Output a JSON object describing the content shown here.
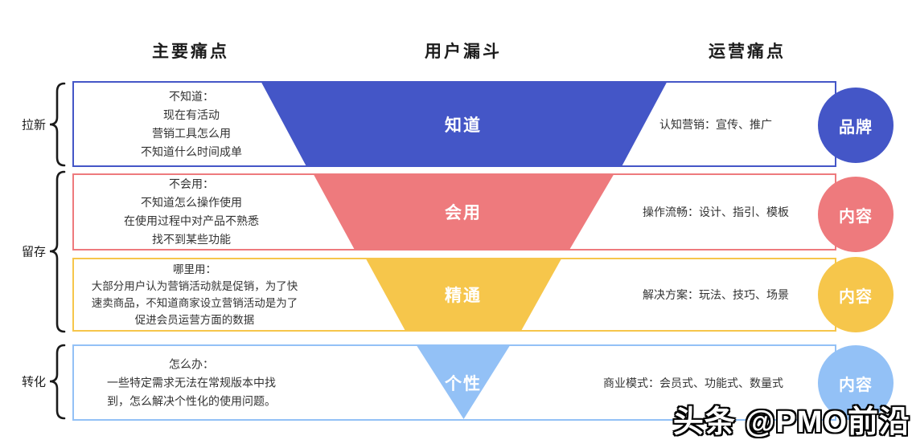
{
  "headers": {
    "left": "主要痛点",
    "center": "用户漏斗",
    "right": "运营痛点"
  },
  "stages": [
    {
      "label": "拉新"
    },
    {
      "label": "留存"
    },
    {
      "label": "转化"
    }
  ],
  "rows": [
    {
      "stage": "拉新",
      "color": "#4456c7",
      "pain_points": "不知道：\n现在有活动\n营销工具怎么用\n不知道什么时间成单",
      "funnel_label": "知道",
      "operation_pain": "认知营销：宣传、推广",
      "circle_label": "品牌"
    },
    {
      "stage": "留存",
      "color": "#ee7a7d",
      "pain_points": "不会用：\n不知道怎么操作使用\n在使用过程中对产品不熟悉\n找不到某些功能",
      "funnel_label": "会用",
      "operation_pain": "操作流畅：设计、指引、模板",
      "circle_label": "内容"
    },
    {
      "stage": "留存",
      "color": "#f6c64b",
      "pain_points": "哪里用：\n大部分用户认为营销活动就是促销，为了快\n速卖商品，不知道商家设立营销活动是为了\n促进会员运营方面的数据",
      "funnel_label": "精通",
      "operation_pain": "解决方案：玩法、技巧、场景",
      "circle_label": "内容"
    },
    {
      "stage": "转化",
      "color": "#93c1f6",
      "pain_points": "怎么办：\n一些特定需求无法在常规版本中找\n到，怎么解决个性化的使用问题。",
      "funnel_label": "个性",
      "operation_pain": "商业模式：会员式、功能式、数量式",
      "circle_label": "内容"
    }
  ],
  "watermark": "头条 @PMO前沿"
}
